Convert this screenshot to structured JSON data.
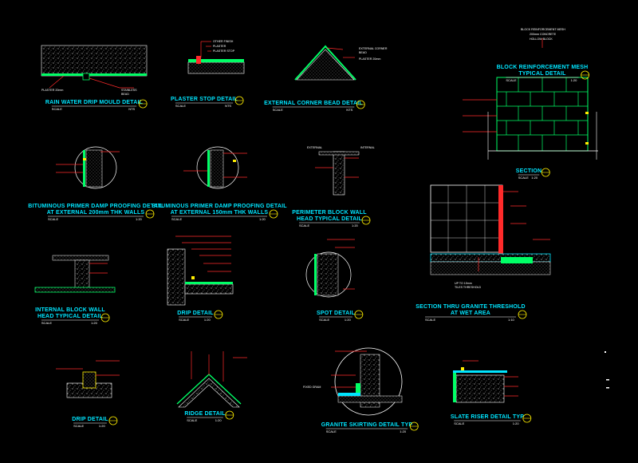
{
  "details": [
    {
      "title": "RAIN WATER DRIP MOULD DETAIL",
      "scale": "SCALE",
      "ratio": "NTS",
      "callouts": [
        "PLASTER 20mm",
        "STAINLESS",
        "BEAD"
      ]
    },
    {
      "title": "PLASTER STOP DETAIL",
      "scale": "SCALE",
      "ratio": "NTS",
      "callouts": [
        "OTHER FINISH",
        "PLASTER",
        "PLASTER STOP"
      ]
    },
    {
      "title": "EXTERNAL CORNER BEAD DETAIL",
      "scale": "SCALE",
      "ratio": "NTS",
      "callouts": [
        "EXTERNAL CORNER",
        "BEAD",
        "PLASTER 20mm"
      ]
    },
    {
      "title": "BLOCK REINFORCEMENT MESH TYPICAL DETAIL",
      "scale": "SCALE",
      "ratio": "1:20",
      "callouts": [
        "BLOCK REINFORCEMENT MESH",
        "200mm CONCRETE",
        "HOLLOW BLOCK"
      ]
    },
    {
      "title": "BITUMINOUS PRIMER DAMP PROOFING DETAIL AT EXTERNAL 200mm THK WALLS",
      "scale": "SCALE",
      "ratio": "1:20",
      "callouts": []
    },
    {
      "title": "BITUMINOUS PRIMER DAMP PROOFING DETAIL AT EXTERNAL 150mm THK WALLS",
      "scale": "SCALE",
      "ratio": "1:20",
      "callouts": []
    },
    {
      "title": "PERIMETER BLOCK WALL HEAD TYPICAL DETAIL",
      "scale": "SCALE",
      "ratio": "1:20",
      "callouts": [
        "EXTERNAL",
        "INTERNAL"
      ]
    },
    {
      "title": "SECTION",
      "scale": "SCALE",
      "ratio": "1:20",
      "callouts": []
    },
    {
      "title": "INTERNAL BLOCK WALL HEAD TYPICAL DETAIL",
      "scale": "SCALE",
      "ratio": "1:20",
      "callouts": []
    },
    {
      "title": "DRIP DETAIL",
      "scale": "SCALE",
      "ratio": "1:20",
      "callouts": []
    },
    {
      "title": "SPOT DETAIL",
      "scale": "SCALE",
      "ratio": "1:20",
      "callouts": []
    },
    {
      "title": "SECTION THRU GRANITE THRESHOLD AT WET AREA",
      "scale": "SCALE",
      "ratio": "1:10",
      "callouts": [
        "UP TO 15mm",
        "TILES THRESHOLD"
      ]
    },
    {
      "title": "DRIP DETAIL",
      "scale": "SCALE",
      "ratio": "1:20",
      "callouts": []
    },
    {
      "title": "RIDGE DETAIL",
      "scale": "SCALE",
      "ratio": "1:20",
      "callouts": []
    },
    {
      "title": "GRANITE SKIRTING DETAIL TYP",
      "scale": "SCALE",
      "ratio": "1:20",
      "callouts": [
        "FIXED GRAM"
      ]
    },
    {
      "title": "SLATE RISER DETAIL TYP",
      "scale": "SCALE",
      "ratio": "1:20",
      "callouts": []
    }
  ],
  "colors": {
    "background": "#000000",
    "title": "#00e5ff",
    "leader": "#ff2a2a",
    "hatch": "#bfbfbf",
    "membrane": "#00ff66",
    "marker": "#ffee00",
    "outline": "#ffffff"
  }
}
